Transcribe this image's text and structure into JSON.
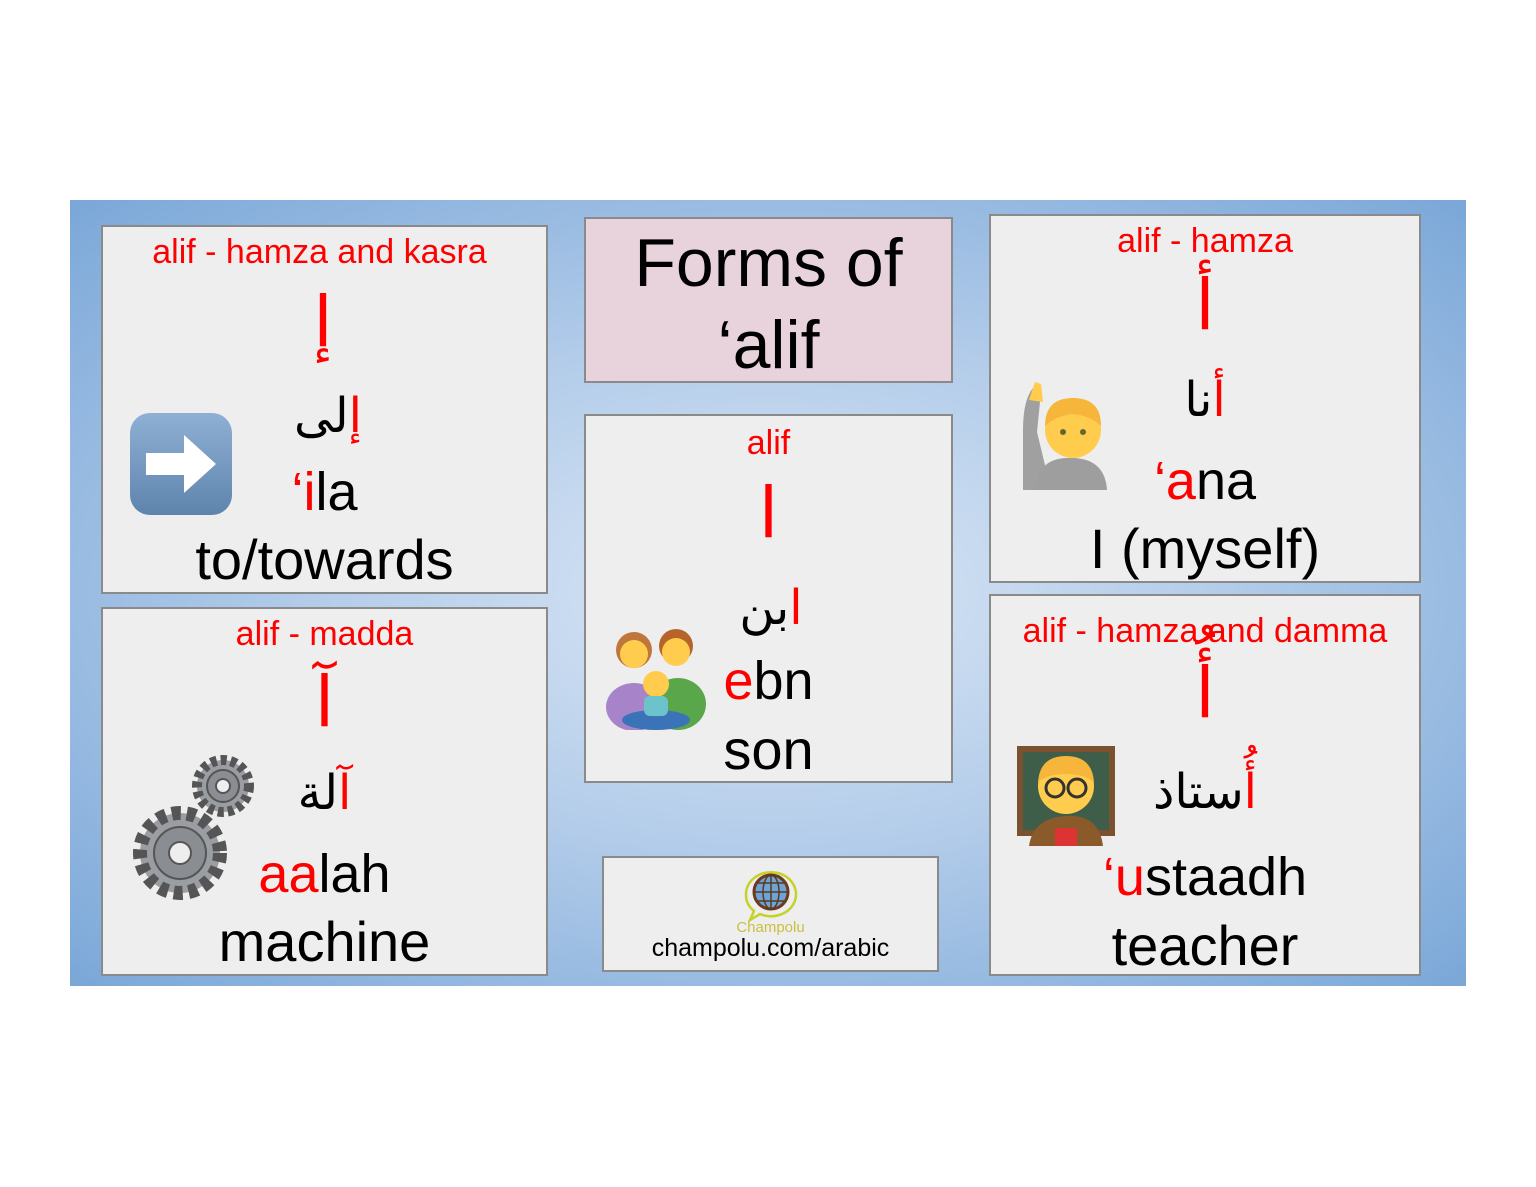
{
  "title": {
    "line1": "Forms of",
    "line2": "‘alif"
  },
  "cards": [
    {
      "label": "alif -  hamza and kasra",
      "letter": "إ",
      "arabic_red": "إ",
      "arabic_rest": "لى",
      "translit_red": "‘i",
      "translit_rest": "la",
      "english": "to/towards",
      "icon": "right-arrow-icon"
    },
    {
      "label": "alif -  madda",
      "letter": "آ",
      "arabic_red": "آ",
      "arabic_rest": "لة",
      "translit_red": "aa",
      "translit_rest": "lah",
      "english": "machine",
      "icon": "gears-icon"
    },
    {
      "label": "alif",
      "letter": "ا",
      "arabic_red": "ا",
      "arabic_rest": "بن",
      "translit_red": "e",
      "translit_rest": "bn",
      "english": "son",
      "icon": "family-icon"
    },
    {
      "label": "alif - hamza",
      "letter": "أ",
      "arabic_red": "أ",
      "arabic_rest": "نا",
      "translit_red": "‘a",
      "translit_rest": "na",
      "english": "I (myself)",
      "icon": "person-raising-hand-icon"
    },
    {
      "label": "alif - hamza and damma",
      "letter": "أُ",
      "arabic_red": "أُ",
      "arabic_rest": "ستاذ",
      "translit_red": "‘u",
      "translit_rest": "staadh",
      "english": "teacher",
      "icon": "teacher-icon"
    }
  ],
  "logo": {
    "brand": "Champolu",
    "url": "champolu.com/arabic"
  },
  "colors": {
    "accent": "#ff0000",
    "title_bg": "#e8d3dc",
    "card_bg": "#eeeeee",
    "panel": "#7aa7d8"
  }
}
